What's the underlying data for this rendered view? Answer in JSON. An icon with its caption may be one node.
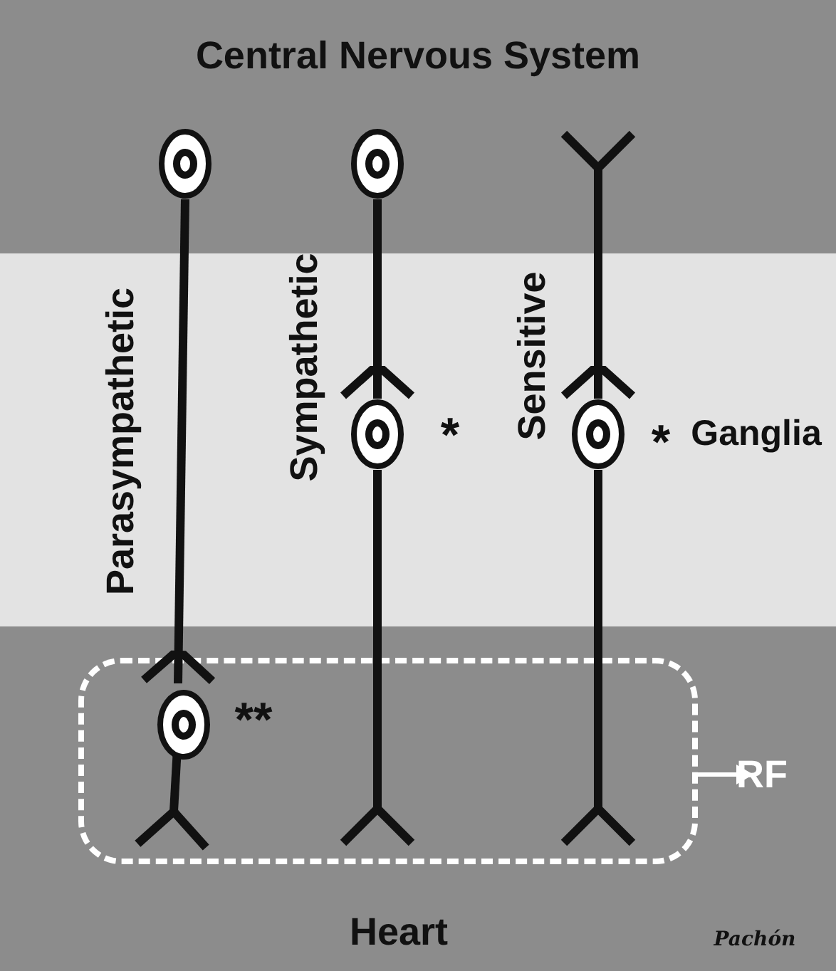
{
  "diagram": {
    "title": "Central Nervous System",
    "nodes": [
      {
        "text": [],
        "shape": "circle"
      },
      {
        "text": [],
        "shape": "circle"
      },
      {
        "text": [],
        "shape": "circle"
      },
      {
        "text": [],
        "shape": "circle"
      },
      {
        "text": [],
        "shape": "box"
      },
      {
        "text": [],
        "shape": "circle",
        "in": 4
      },
      {
        "text": [
          "RF"
        ]
      }
    ],
    "edges": [
      {
        "from": 0,
        "to": 5,
        "arrow": "other"
      },
      {
        "from": 5,
        "to": null,
        "arrow": "other"
      },
      {
        "from": 1,
        "to": 2,
        "arrow": "other"
      },
      {
        "from": 2,
        "to": 4,
        "arrow": "other"
      },
      {
        "from": null,
        "to": 3,
        "arrow": "other"
      },
      {
        "from": 3,
        "to": 4,
        "arrow": "other"
      },
      {
        "from": 4,
        "to": 6,
        "arrow": "to",
        "color": "#ffffff"
      }
    ],
    "labels": [
      "Parasympathetic",
      "Sympathetic",
      "*",
      "Sensitive",
      "*",
      "Ganglia",
      "**",
      "Heart",
      "Pachón"
    ]
  }
}
